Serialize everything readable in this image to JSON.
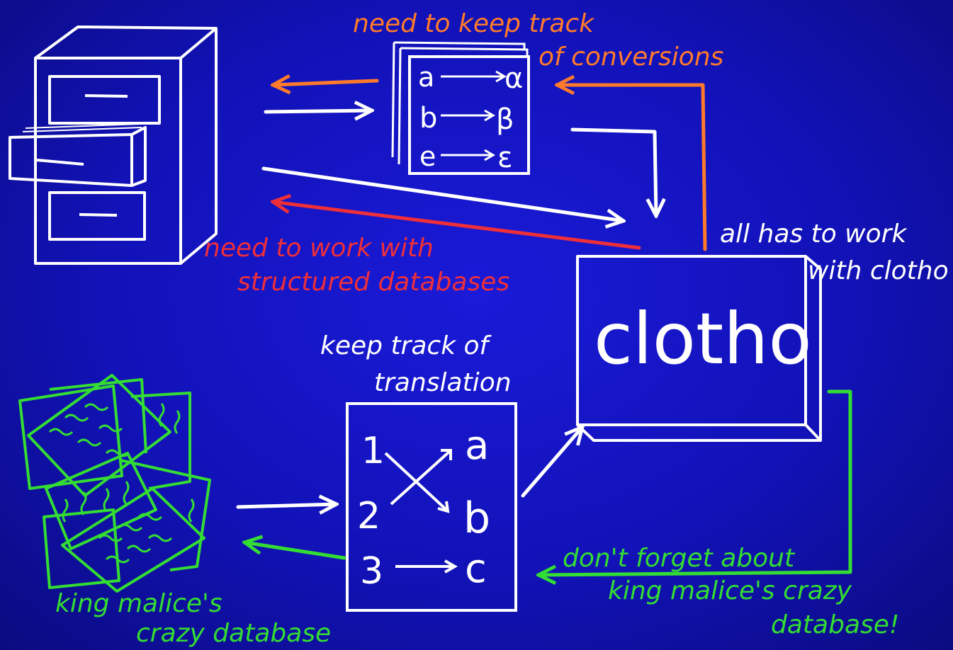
{
  "colors": {
    "background": "#1414c0",
    "white": "#ffffff",
    "orange": "#ff7a2a",
    "red": "#ee2f3a",
    "green": "#33dd33"
  },
  "labels": {
    "conversions_top": "need to keep track",
    "conversions_bottom": "of conversions",
    "structured_top": "need to work with",
    "structured_bottom": "structured databases",
    "clotho_top": "all has to work",
    "clotho_bottom": "with clotho",
    "translation_top": "keep track of",
    "translation_bottom": "translation",
    "forget_1": "don't forget about",
    "forget_2": "king malice's crazy",
    "forget_3": "database!",
    "crazy_db_top": "king malice's",
    "crazy_db_bottom": "crazy database"
  },
  "clotho": {
    "label": "clotho"
  },
  "conversion_table": [
    {
      "from": "a",
      "to": "α"
    },
    {
      "from": "b",
      "to": "β"
    },
    {
      "from": "e",
      "to": "ε"
    }
  ],
  "translation_table": {
    "left": [
      "1",
      "2",
      "3"
    ],
    "right": [
      "a",
      "b",
      "c"
    ]
  },
  "icons": [
    "filing-cabinet-icon",
    "conversion-stack-icon",
    "clotho-box",
    "translation-box-icon",
    "paper-pile-icon"
  ]
}
